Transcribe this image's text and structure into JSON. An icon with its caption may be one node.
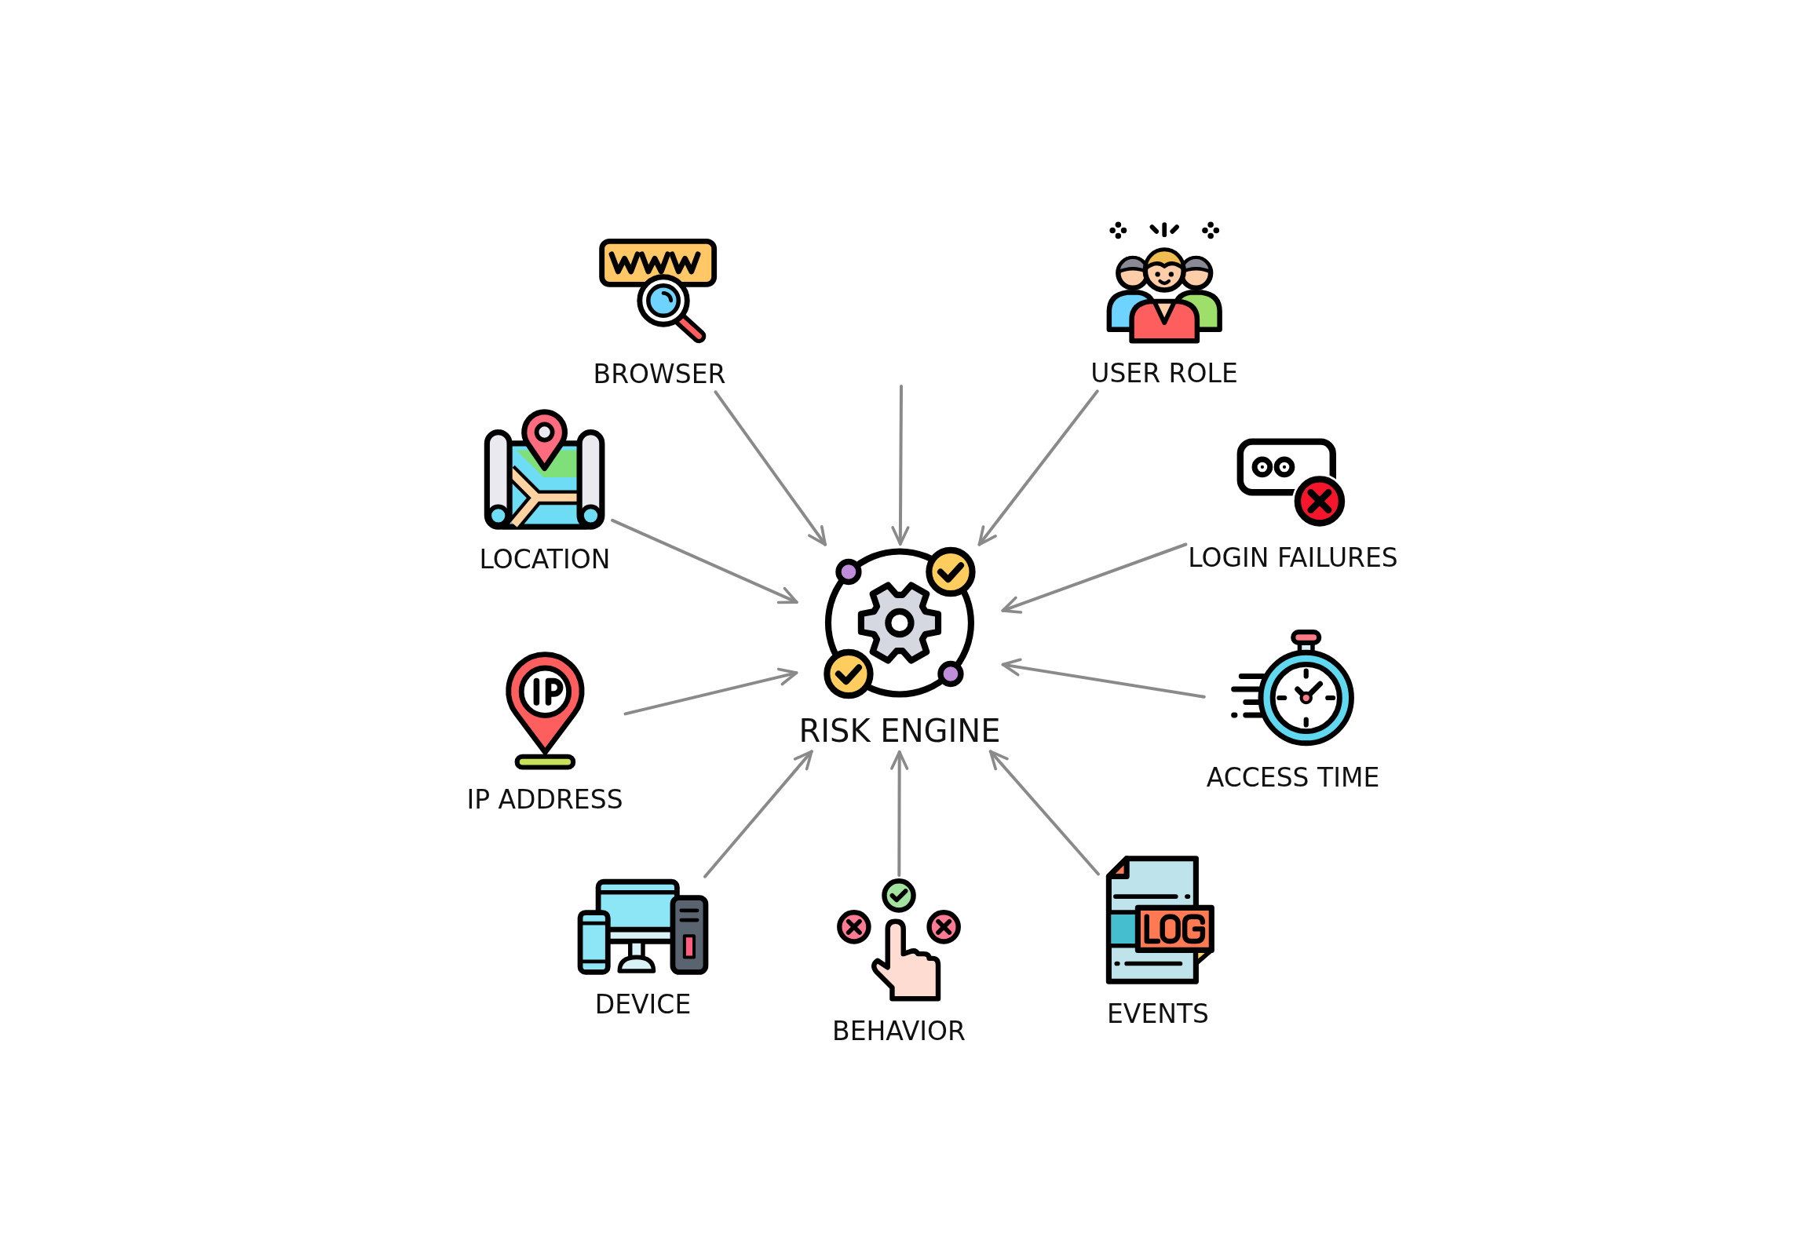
{
  "diagram": {
    "nodes": [
      {
        "text": [
          "BROWSER"
        ]
      },
      {
        "text": [
          "USER ROLE"
        ]
      },
      {
        "text": [
          "LOCATION"
        ]
      },
      {
        "text": [
          "LOGIN FAILURES"
        ]
      },
      {
        "text": [
          "RISK ENGINE"
        ]
      },
      {
        "text": [
          "IP ADDRESS"
        ]
      },
      {
        "text": [
          "ACCESS TIME"
        ]
      },
      {
        "text": [
          "DEVICE"
        ]
      },
      {
        "text": [
          "BEHAVIOR"
        ]
      },
      {
        "text": [
          "EVENTS"
        ]
      }
    ],
    "edges": [
      {
        "from": 0,
        "to": 4,
        "arrow": "to"
      },
      {
        "from": null,
        "to": 4,
        "arrow": "to"
      },
      {
        "from": 1,
        "to": 4,
        "arrow": "to"
      },
      {
        "from": 2,
        "to": 4,
        "arrow": "to"
      },
      {
        "from": 3,
        "to": 4,
        "arrow": "to"
      },
      {
        "from": 5,
        "to": 4,
        "arrow": "to"
      },
      {
        "from": 6,
        "to": 4,
        "arrow": "to"
      },
      {
        "from": 7,
        "to": 4,
        "arrow": "to"
      },
      {
        "from": 8,
        "to": 4,
        "arrow": "to"
      },
      {
        "from": 9,
        "to": 4,
        "arrow": "to"
      }
    ]
  }
}
